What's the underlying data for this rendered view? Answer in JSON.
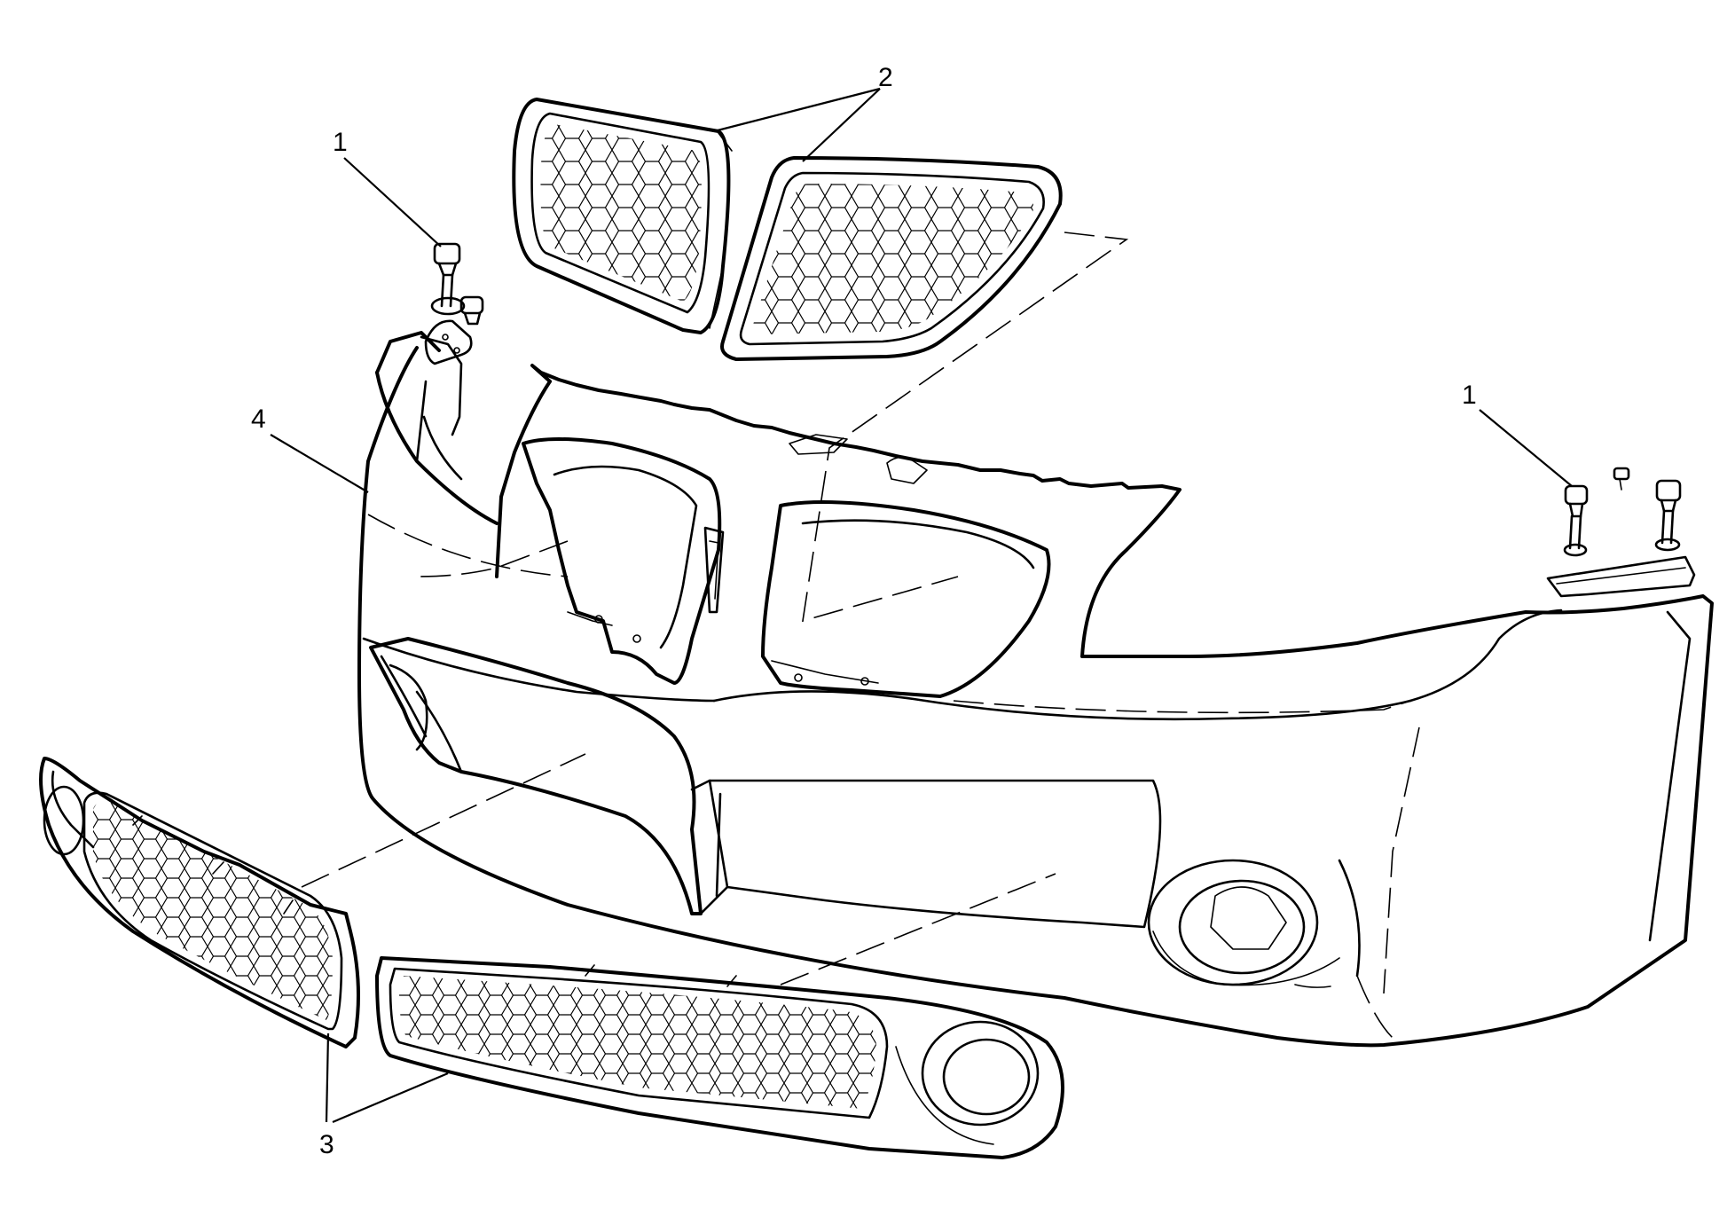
{
  "callouts": [
    {
      "id": "1",
      "label": "1"
    },
    {
      "id": "1b",
      "label": "1"
    },
    {
      "id": "2",
      "label": "2"
    },
    {
      "id": "3",
      "label": "3"
    },
    {
      "id": "4",
      "label": "4"
    }
  ],
  "parts": [
    {
      "ref": "1",
      "name": "fastener"
    },
    {
      "ref": "2",
      "name": "upper-grille"
    },
    {
      "ref": "3",
      "name": "lower-grille"
    },
    {
      "ref": "4",
      "name": "front-bumper-fascia"
    }
  ]
}
